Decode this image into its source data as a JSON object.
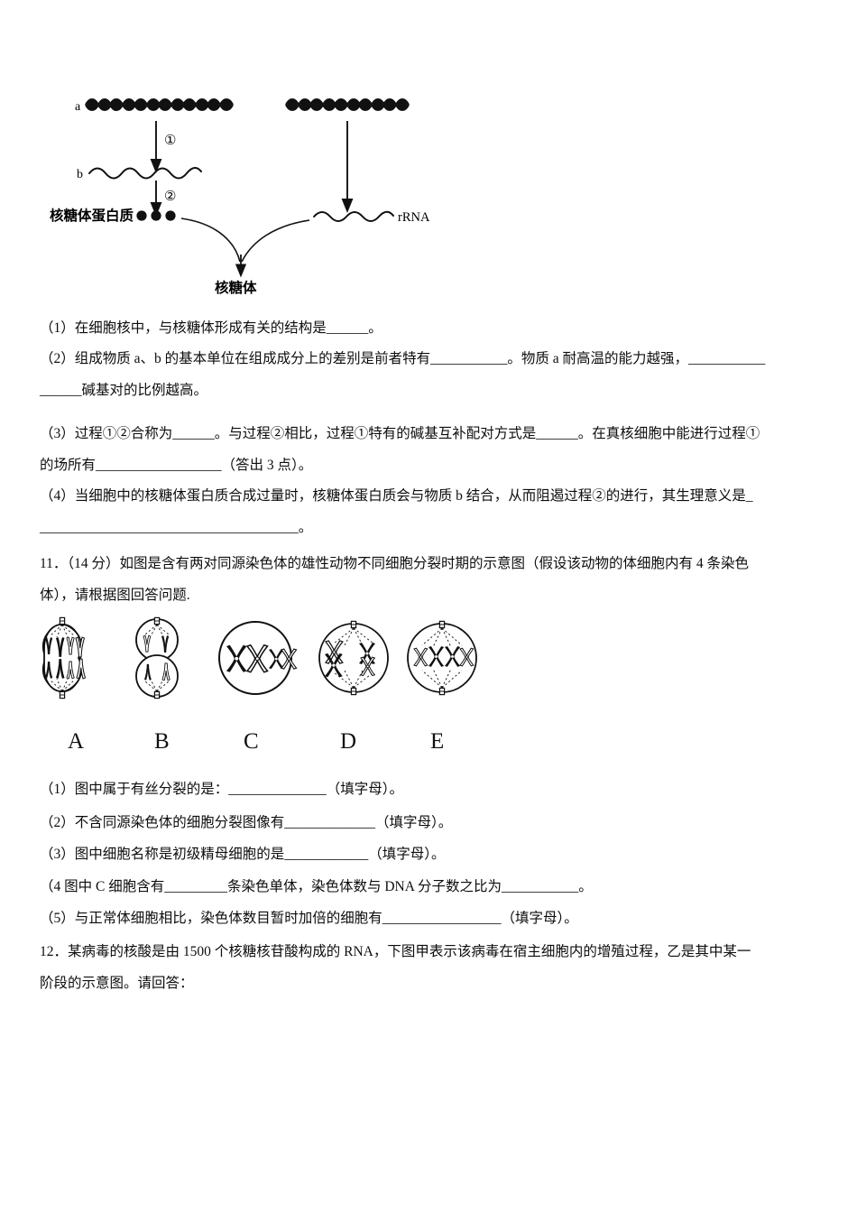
{
  "document": {
    "page_background": "#ffffff",
    "text_color": "#000000"
  },
  "figure_ribosome": {
    "label_a": "a",
    "label_b": "b",
    "step_1": "①",
    "step_2": "②",
    "label_ribosomal_protein": "核糖体蛋白质",
    "label_rrna": "rRNA",
    "label_ribosome": "核糖体",
    "protein_dot_count": 3
  },
  "question_10_parts": {
    "p1": "（1）在细胞核中，与核糖体形成有关的结构是______。",
    "p2_line1": "（2）组成物质 a、b 的基本单位在组成成分上的差别是前者特有___________。物质 a 耐高温的能力越强，___________",
    "p2_line2": "______碱基对的比例越高。",
    "p3_line1": "（3）过程①②合称为______。与过程②相比，过程①特有的碱基互补配对方式是______。在真核细胞中能进行过程①",
    "p3_line2": "的场所有__________________（答出 3 点）。",
    "p4_line1": "（4）当细胞中的核糖体蛋白质合成过量时，核糖体蛋白质会与物质 b 结合，从而阻遏过程②的进行，其生理意义是_",
    "p4_line2": "_____________________________________。"
  },
  "question_11": {
    "number": "11．",
    "score": "（14 分）",
    "stem_line1": "11．（14 分）如图是含有两对同源染色体的雄性动物不同细胞分裂时期的示意图（假设该动物的体细胞内有 4 条染色",
    "stem_line2": "体），请根据图回答问题.",
    "cell_labels": [
      "A",
      "B",
      "C",
      "D",
      "E"
    ],
    "parts": {
      "p1": "（1）图中属于有丝分裂的是：______________（填字母）。",
      "p2": "（2）不含同源染色体的细胞分裂图像有_____________（填字母）。",
      "p3": "（3）图中细胞名称是初级精母细胞的是____________（填字母）。",
      "p4": "（4 图中 C 细胞含有_________条染色单体，染色体数与 DNA 分子数之比为___________。",
      "p5": "（5）与正常体细胞相比，染色体数目暂时加倍的细胞有_________________（填字母）。"
    }
  },
  "question_12": {
    "stem_line1": "12．某病毒的核酸是由 1500 个核糖核苷酸构成的 RNA，下图甲表示该病毒在宿主细胞内的增殖过程，乙是其中某一",
    "stem_line2": "阶段的示意图。请回答："
  }
}
